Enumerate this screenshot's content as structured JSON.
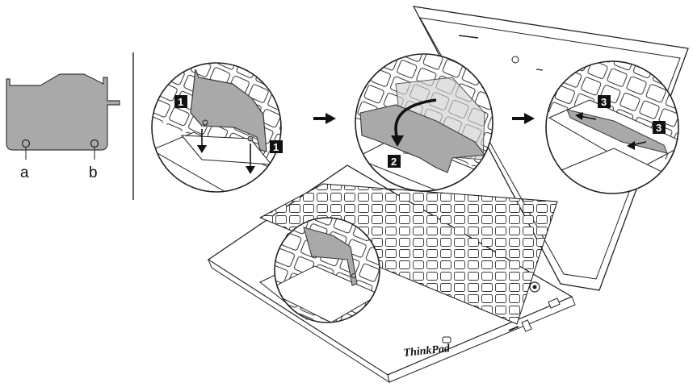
{
  "part_labels": {
    "a": "a",
    "b": "b"
  },
  "steps": {
    "one": "1",
    "two": "2",
    "three": "3"
  },
  "brand": "ThinkPad",
  "colors": {
    "line": "#222222",
    "plate_fill": "#a9a9a9",
    "plate_stroke": "#3a3a3a",
    "badge_fill": "#111111",
    "arrow": "#111111"
  },
  "icons": {
    "arrow_1": "right-arrow-icon",
    "arrow_2": "right-arrow-icon",
    "rotate": "curved-rotate-arrow-icon",
    "press_down": "down-arrow-icon"
  }
}
